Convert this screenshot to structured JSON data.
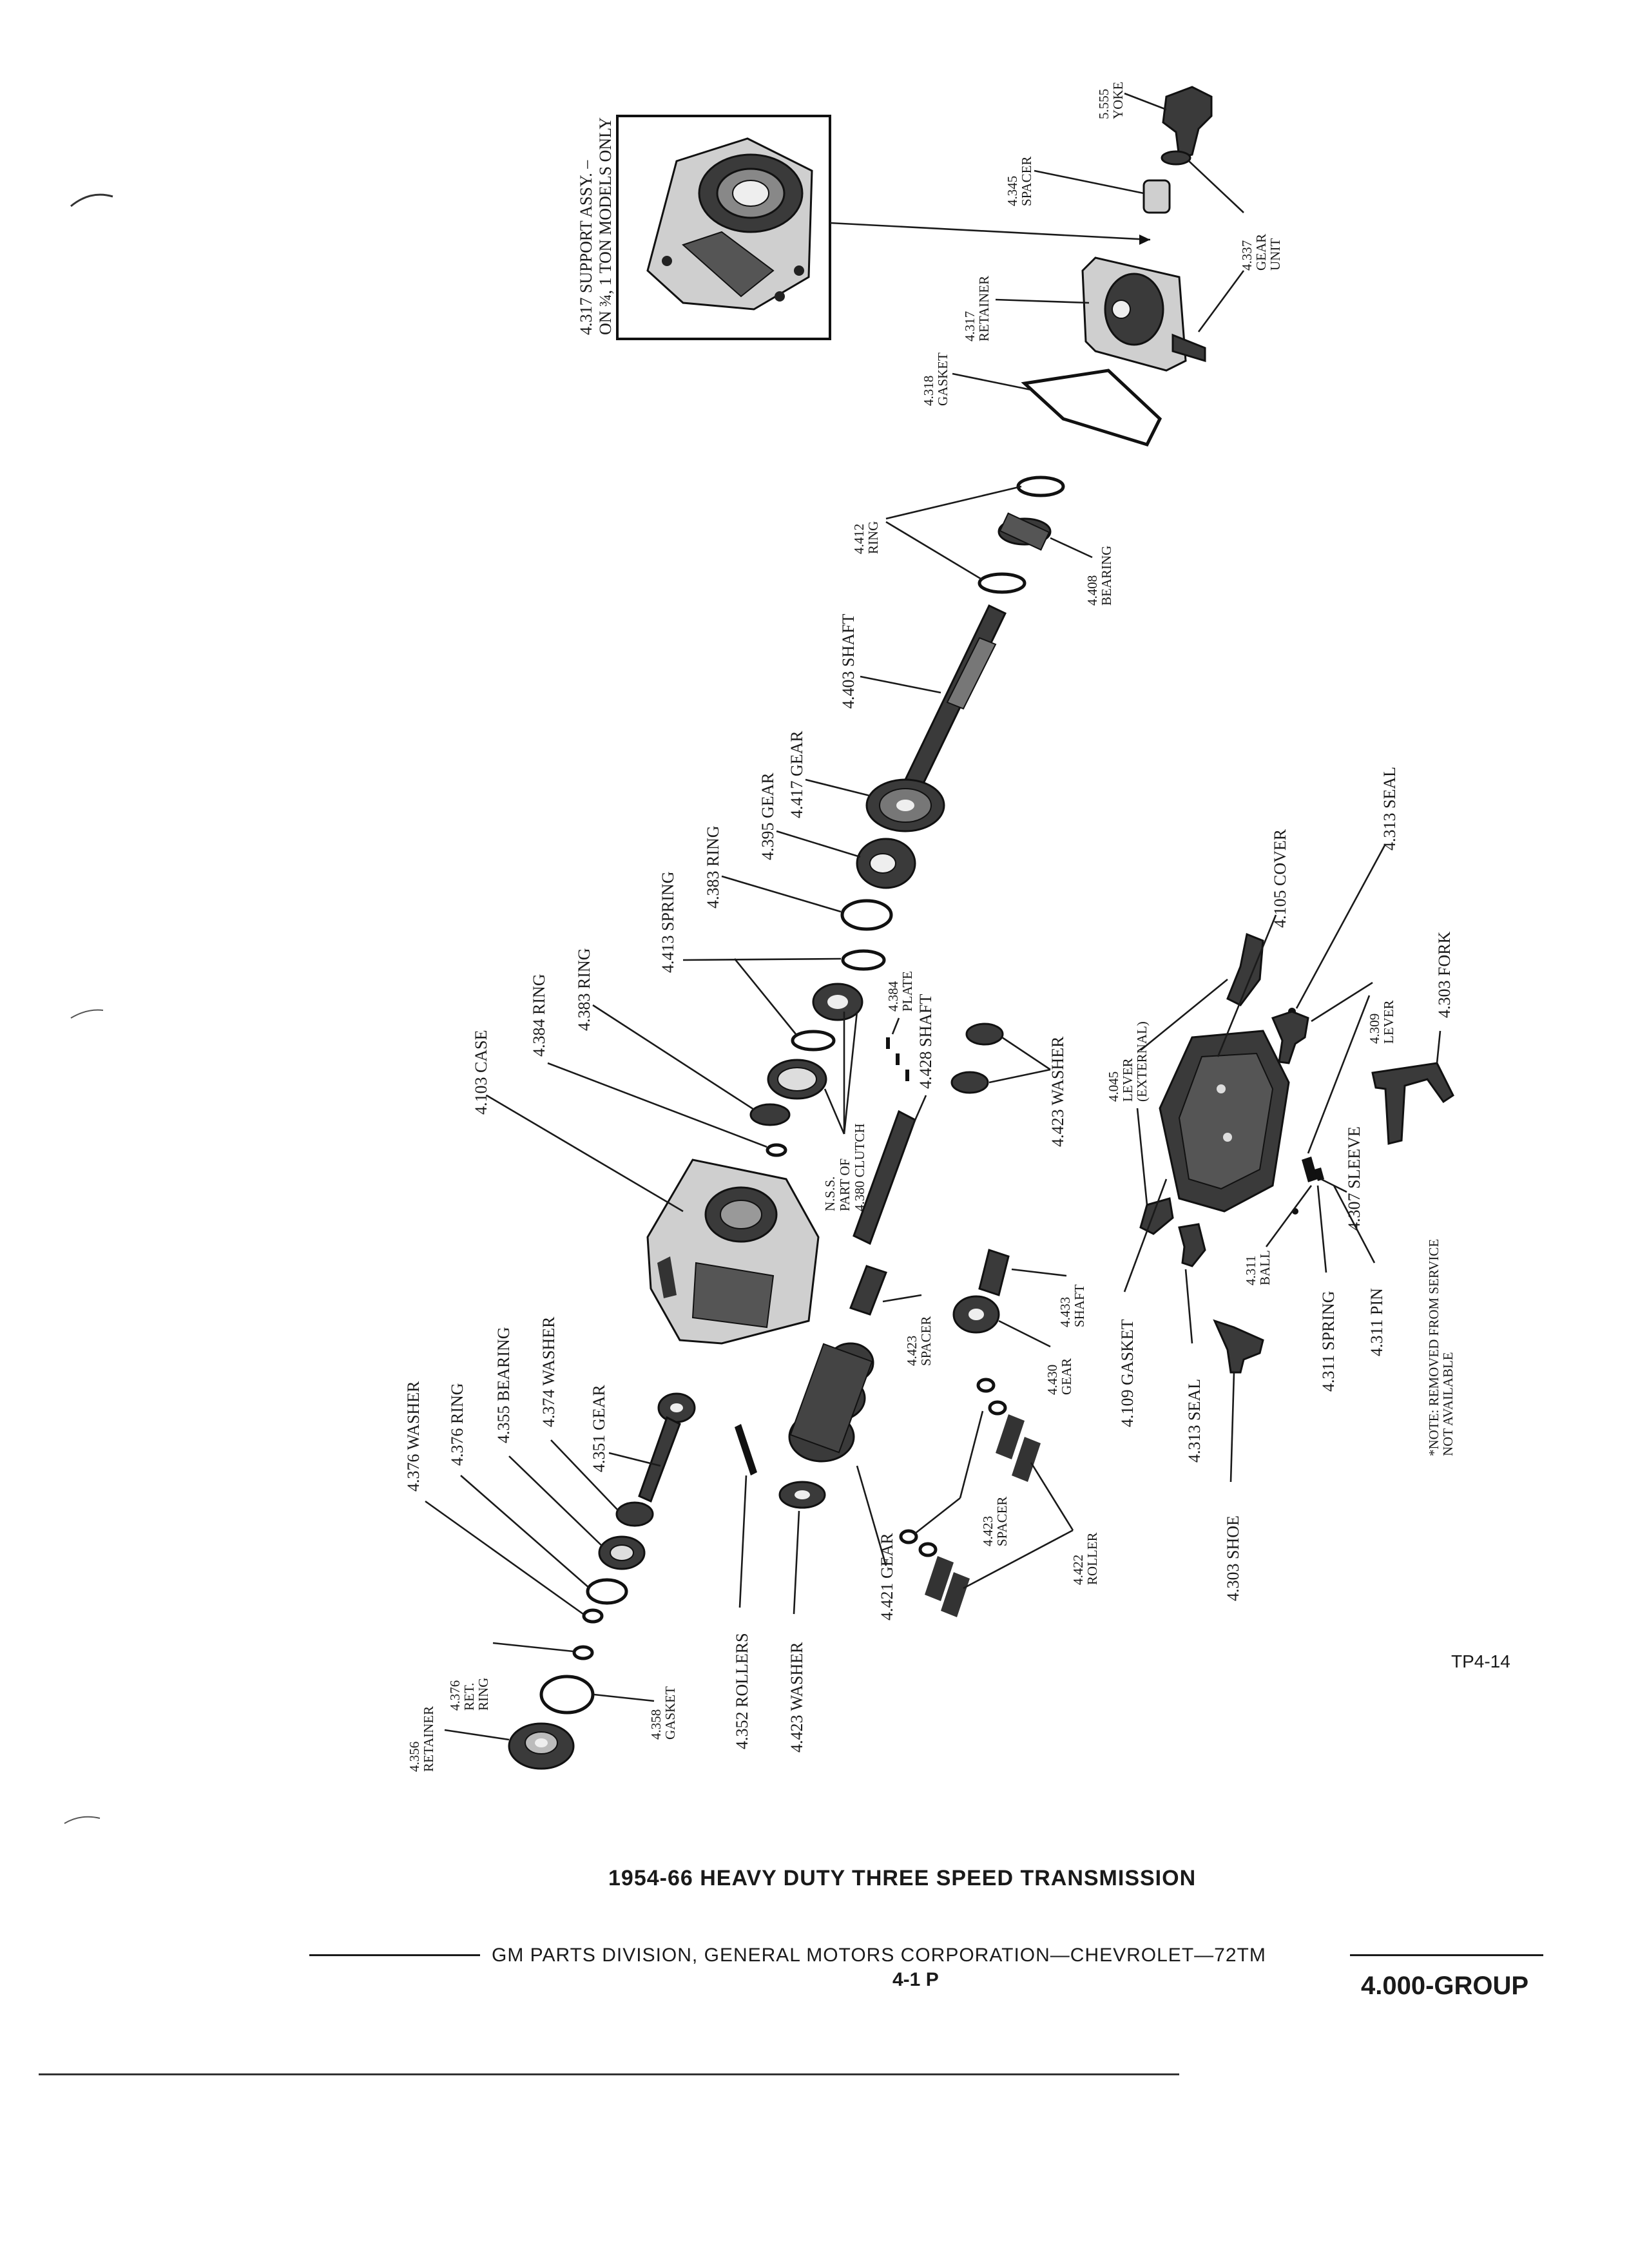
{
  "diagram": {
    "title": "1954-66 HEAVY DUTY THREE SPEED TRANSMISSION",
    "figure_code": "TP4-14",
    "footer": "GM PARTS DIVISION, GENERAL MOTORS CORPORATION—CHEVROLET—72TM",
    "page": "4-1 P",
    "group": "4.000-GROUP",
    "inset_caption_line1": "4.317 SUPPORT ASSY. –",
    "inset_caption_line2": "ON ¾, 1 TON MODELS ONLY",
    "note_line1": "*NOTE: REMOVED FROM SERVICE",
    "note_line2": "NOT AVAILABLE",
    "labels": {
      "yoke_num": "5.555",
      "yoke": "YOKE",
      "spacer_4345_num": "4.345",
      "spacer_4345": "SPACER",
      "gear_unit_num": "4.337",
      "gear_unit_1": "GEAR",
      "gear_unit_2": "UNIT",
      "retainer_4317_num": "4.317",
      "retainer_4317": "RETAINER",
      "gasket_4318_num": "4.318",
      "gasket_4318": "GASKET",
      "ring_4412_num": "4.412",
      "ring_4412": "RING",
      "bearing_4408_num": "4.408",
      "bearing_4408": "BEARING",
      "shaft_4403": "4.403 SHAFT",
      "gear_4417": "4.417 GEAR",
      "gear_4395": "4.395 GEAR",
      "ring_4383a": "4.383 RING",
      "spring_4413": "4.413 SPRING",
      "plate_4384_num": "4.384",
      "plate_4384": "PLATE",
      "shaft_4428": "4.428 SHAFT",
      "ring_4383b": "4.383 RING",
      "ring_4384": "4.384 RING",
      "case_4103": "4.103 CASE",
      "clutch_1": "N.S.S.",
      "clutch_2": "PART OF",
      "clutch_3": "4.380 CLUTCH",
      "washer_4423": "4.423 WASHER",
      "lever_4045_num": "4.045",
      "lever_4045_1": "LEVER",
      "lever_4045_2": "(EXTERNAL)",
      "cover_4105": "4.105 COVER",
      "seal_4313a": "4.313 SEAL",
      "lever_4309_num": "4.309",
      "lever_4309": "LEVER",
      "fork_4303": "4.303 FORK",
      "sleeve_4307": "4.307 SLEEVE",
      "ball_4311_num": "4.311",
      "ball_4311": "BALL",
      "spring_4311": "4.311 SPRING",
      "pin_4311": "4.311 PIN",
      "gasket_4109": "4.109 GASKET",
      "seal_4313b": "4.313 SEAL",
      "shoe_4303": "4.303 SHOE",
      "shaft_4433_num": "4.433",
      "shaft_4433": "SHAFT",
      "gear_4430_num": "4.430",
      "gear_4430": "GEAR",
      "spacer_4423a_num": "4.423",
      "spacer_4423a": "SPACER",
      "spacer_4423b_num": "4.423",
      "spacer_4423b": "SPACER",
      "roller_4422_num": "4.422",
      "roller_4422": "ROLLER",
      "gear_4421": "4.421 GEAR",
      "washer_4423b": "4.423 WASHER",
      "rollers_4352": "4.352 ROLLERS",
      "gear_4351": "4.351 GEAR",
      "washer_4374": "4.374 WASHER",
      "bearing_4355": "4.355 BEARING",
      "ring_4376": "4.376 RING",
      "washer_4376": "4.376 WASHER",
      "retring_4376_num": "4.376",
      "retring_4376_1": "RET.",
      "retring_4376_2": "RING",
      "retainer_4356_num": "4.356",
      "retainer_4356": "RETAINER",
      "gasket_4358_num": "4.358",
      "gasket_4358": "GASKET"
    }
  }
}
